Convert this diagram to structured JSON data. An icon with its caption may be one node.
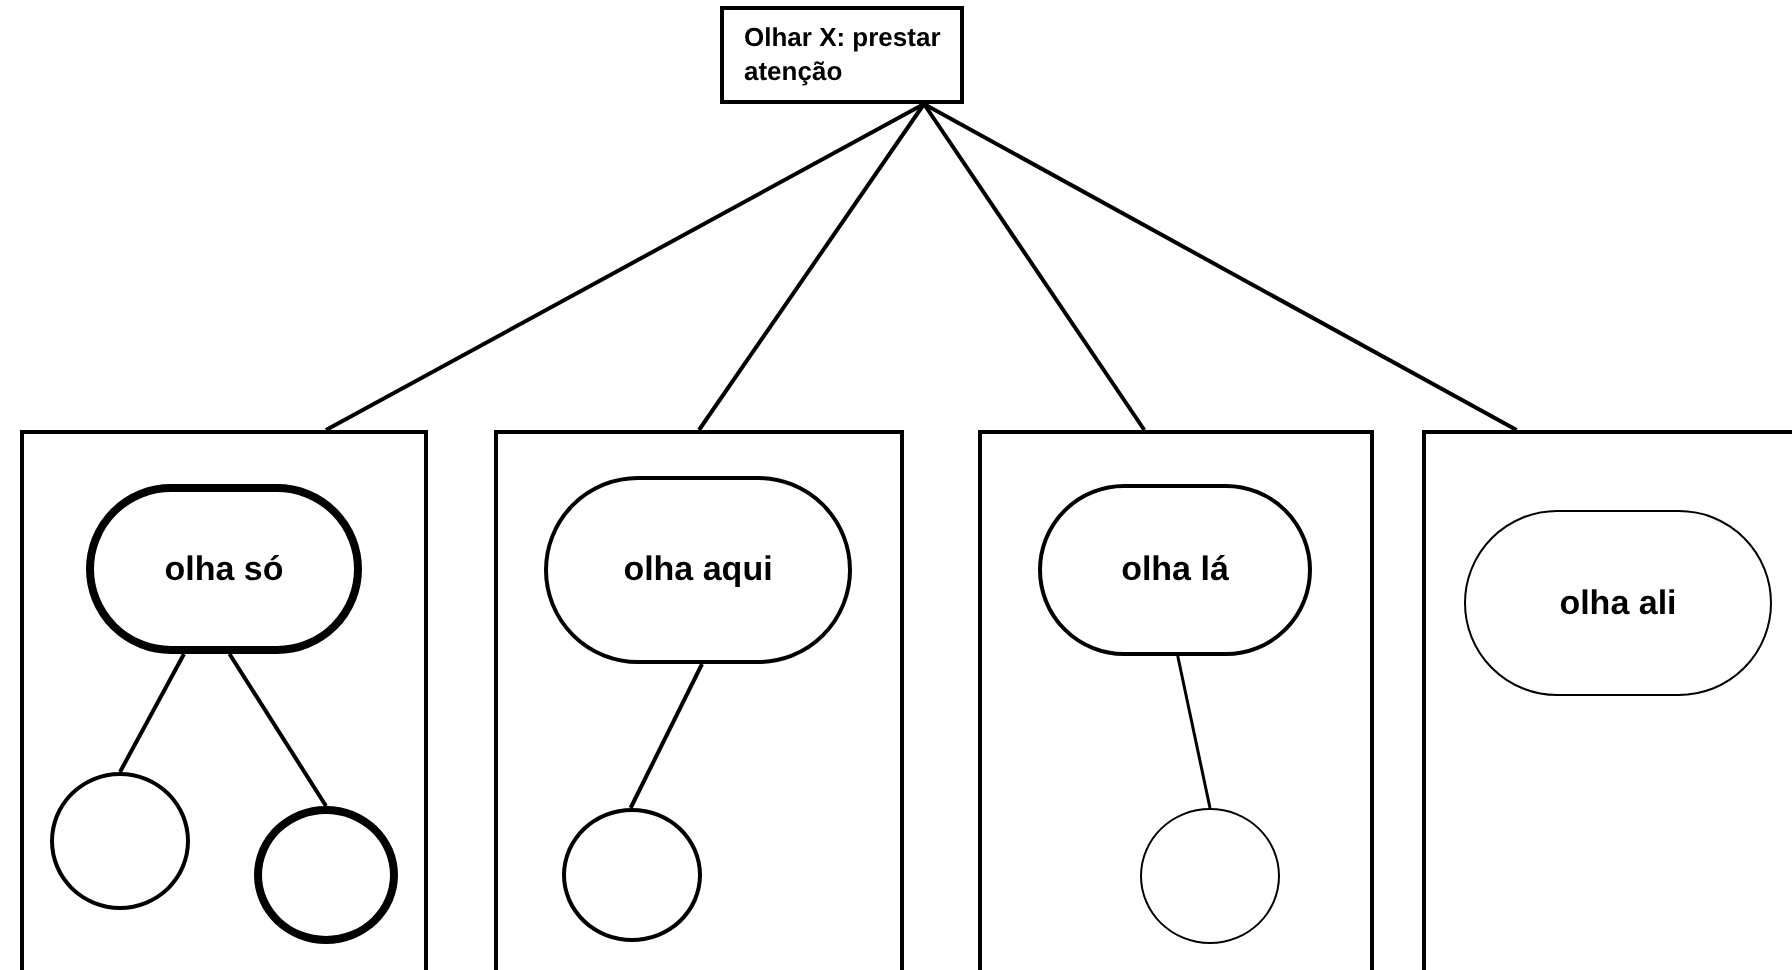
{
  "diagram": {
    "nodes": [
      {
        "text": [
          "Olhar X: prestar atenção"
        ]
      },
      {
        "text": [],
        "shape": "box"
      },
      {
        "text": [
          "olha só"
        ],
        "in": 1
      },
      {
        "text": [],
        "shape": "circle",
        "in": 1
      },
      {
        "text": [],
        "shape": "circle",
        "in": 1
      },
      {
        "text": [],
        "shape": "box"
      },
      {
        "text": [
          "olha aqui"
        ],
        "in": 5
      },
      {
        "text": [],
        "shape": "circle",
        "in": 5
      },
      {
        "text": [],
        "shape": "box"
      },
      {
        "text": [
          "olha lá"
        ],
        "in": 8
      },
      {
        "text": [],
        "shape": "circle",
        "in": 8
      },
      {
        "text": [],
        "shape": "box"
      },
      {
        "text": [
          "olha ali"
        ],
        "in": 11
      }
    ],
    "edges": [
      {
        "from": 0,
        "to": 1,
        "arrow": "none"
      },
      {
        "from": 0,
        "to": 5,
        "arrow": "none"
      },
      {
        "from": 0,
        "to": 8,
        "arrow": "none"
      },
      {
        "from": 0,
        "to": 11,
        "arrow": "none"
      },
      {
        "from": 2,
        "to": 3,
        "arrow": "none"
      },
      {
        "from": 2,
        "to": 4,
        "arrow": "none"
      },
      {
        "from": 6,
        "to": 7,
        "arrow": "none"
      },
      {
        "from": 9,
        "to": 10,
        "arrow": "none"
      }
    ]
  }
}
